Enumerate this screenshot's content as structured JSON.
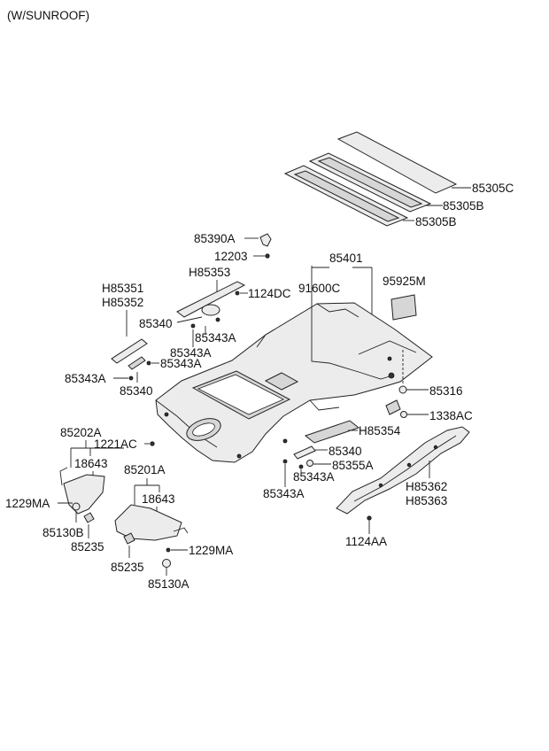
{
  "header": {
    "variant": "(W/SUNROOF)"
  },
  "parts": {
    "p85305C": "85305C",
    "p85305B_1": "85305B",
    "p85305B_2": "85305B",
    "p85390A": "85390A",
    "p12203": "12203",
    "pH85353": "H85353",
    "p1124DC": "1124DC",
    "p85401": "85401",
    "p91600C": "91600C",
    "p95925M": "95925M",
    "pH85351": "H85351",
    "pH85352": "H85352",
    "p85340_a": "85340",
    "p85343A_a": "85343A",
    "p85343A_b": "85343A",
    "p85343A_c": "85343A",
    "p85343A_d": "85343A",
    "p85340_b": "85340",
    "p85316": "85316",
    "p1338AC": "1338AC",
    "pH85354": "H85354",
    "p85202A": "85202A",
    "p1221AC": "1221AC",
    "p18643_a": "18643",
    "p1229MA_a": "1229MA",
    "p85130B": "85130B",
    "p85235_a": "85235",
    "p85201A": "85201A",
    "p18643_b": "18643",
    "p85235_b": "85235",
    "p1229MA_b": "1229MA",
    "p85130A": "85130A",
    "p85340_c": "85340",
    "p85355A": "85355A",
    "p85343A_e": "85343A",
    "p85343A_f": "85343A",
    "pH85362": "H85362",
    "pH85363": "H85363",
    "p1124AA": "1124AA"
  }
}
